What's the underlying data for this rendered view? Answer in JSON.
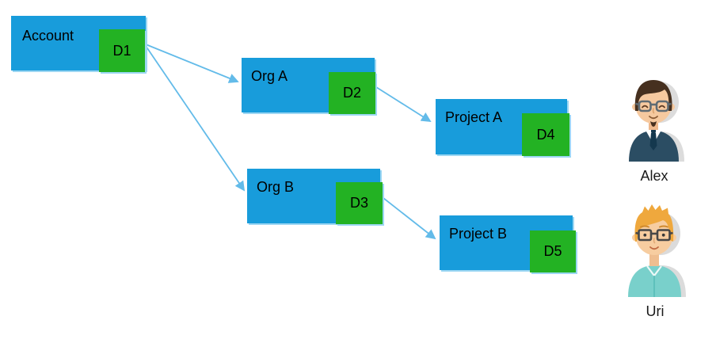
{
  "diagram": {
    "colors": {
      "node_fill": "#189CDB",
      "badge_fill": "#23B223",
      "arrow": "#63BBE9",
      "box_shadow": "#9DD7F3",
      "text": "#000000"
    },
    "nodes": [
      {
        "id": "account",
        "label": "Account",
        "badge": "D1"
      },
      {
        "id": "org-a",
        "label": "Org A",
        "badge": "D2"
      },
      {
        "id": "org-b",
        "label": "Org B",
        "badge": "D3"
      },
      {
        "id": "project-a",
        "label": "Project A",
        "badge": "D4"
      },
      {
        "id": "project-b",
        "label": "Project B",
        "badge": "D5"
      }
    ],
    "edges": [
      {
        "from": "Account",
        "to": "Org A"
      },
      {
        "from": "Account",
        "to": "Org B"
      },
      {
        "from": "Org A",
        "to": "Project A"
      },
      {
        "from": "Org B",
        "to": "Project B"
      }
    ],
    "users": [
      {
        "name": "Alex"
      },
      {
        "name": "Uri"
      }
    ]
  }
}
